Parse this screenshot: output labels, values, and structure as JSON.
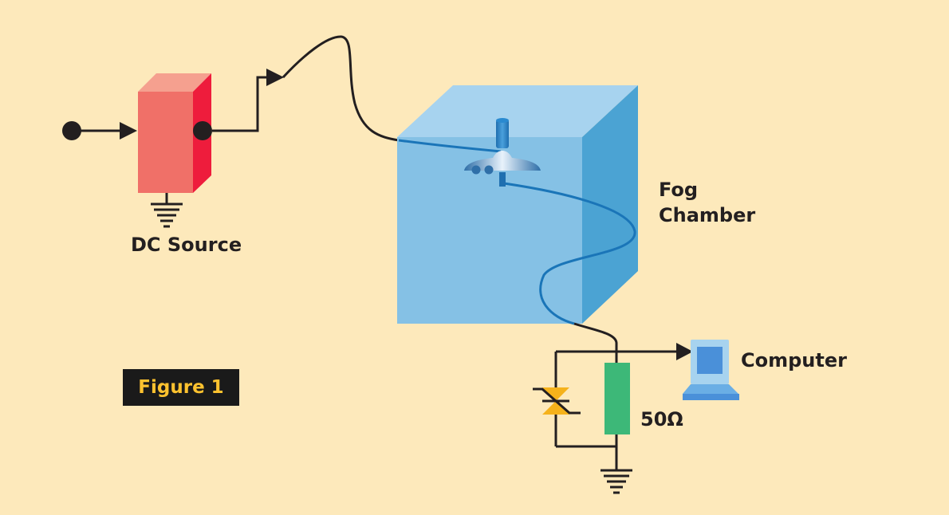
{
  "labels": {
    "dc_source": "DC Source",
    "fog_chamber": "Fog Chamber",
    "computer": "Computer",
    "resistor": "50Ω",
    "figure": "Figure 1"
  },
  "colors": {
    "background": "#fde9bb",
    "dc_source_front": "#f07068",
    "dc_source_side": "#ee1c3c",
    "dc_source_top": "#f5a08f",
    "chamber_front": "#85c1e5",
    "chamber_side": "#4ba3d3",
    "chamber_top": "#a7d3ef",
    "wire": "#231f20",
    "wire_in_chamber": "#1a75b8",
    "resistor": "#3db878",
    "varistor": "#f5b21b",
    "computer": "#4a90d9",
    "figure_tag_bg": "#1a1a1a",
    "figure_tag_text": "#fdc22f"
  },
  "icons": [
    "dc-source-block",
    "ground-symbol",
    "insulator-icon",
    "varistor-symbol",
    "resistor-symbol",
    "computer-icon"
  ]
}
